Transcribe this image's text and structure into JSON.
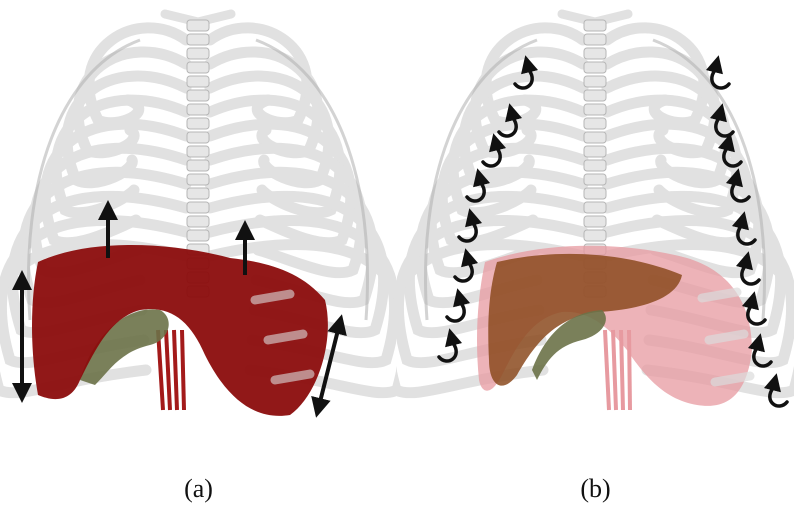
{
  "figure": {
    "panels": [
      {
        "id": "a",
        "caption": "(a)"
      },
      {
        "id": "b",
        "caption": "(b)"
      }
    ],
    "colors": {
      "bone": "#dcdcdc",
      "bone_edge": "#a9a9a9",
      "diaphragm_dark": "#8b0c0c",
      "diaphragm_light": "#e79aa0",
      "liver": "#8b4a1f",
      "heart_base": "#6b7248",
      "arrow": "#111111"
    }
  }
}
